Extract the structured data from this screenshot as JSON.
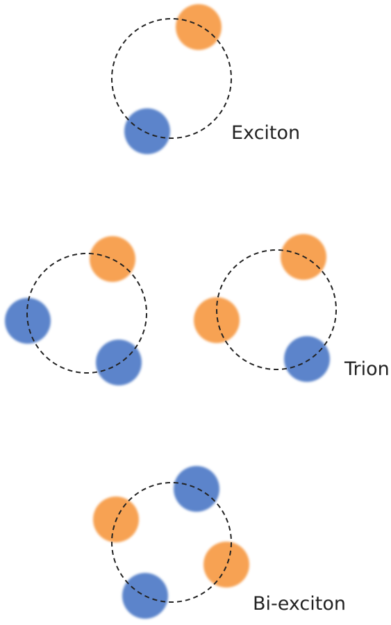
{
  "colors": {
    "hole": "#f7a252",
    "electron": "#5b84cb",
    "orbit": "#222222",
    "text": "#222222"
  },
  "labels": {
    "exciton": "Exciton",
    "trion": "Trion",
    "biexciton": "Bi-exciton"
  },
  "groups": [
    {
      "name": "exciton",
      "particles": [
        "hole",
        "electron"
      ]
    },
    {
      "name": "trion-negative",
      "particles": [
        "hole",
        "electron",
        "electron"
      ]
    },
    {
      "name": "trion-positive",
      "particles": [
        "hole",
        "hole",
        "electron"
      ]
    },
    {
      "name": "biexciton",
      "particles": [
        "electron",
        "hole",
        "hole",
        "electron"
      ]
    }
  ]
}
